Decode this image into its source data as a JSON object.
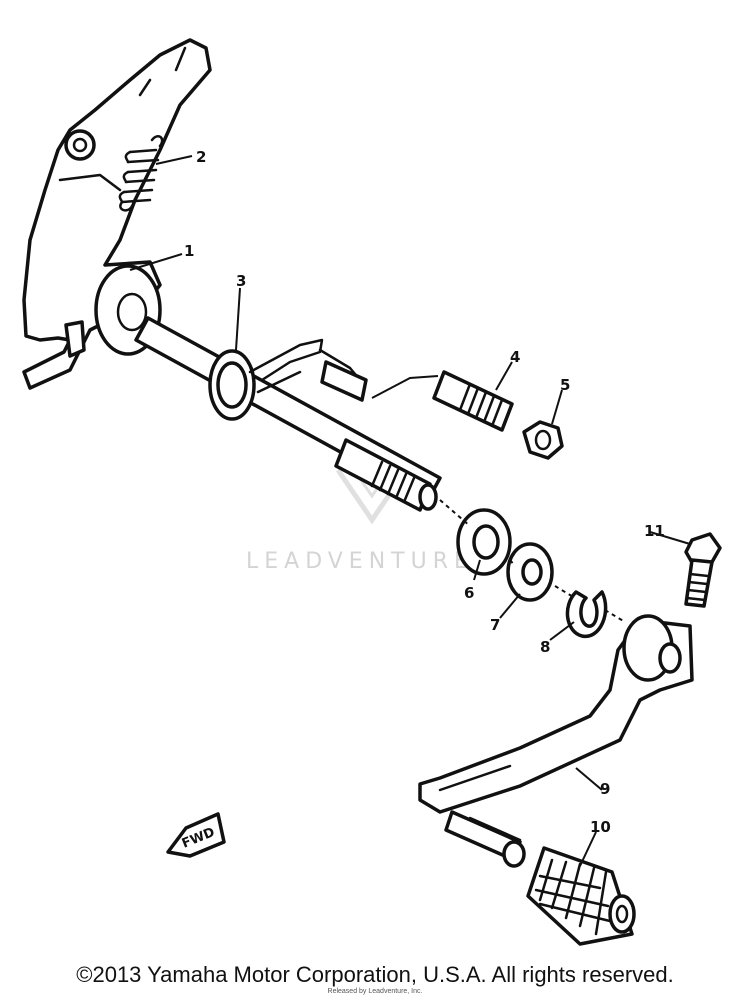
{
  "diagram": {
    "callouts": {
      "c1": "1",
      "c2": "2",
      "c3": "3",
      "c4": "4",
      "c5": "5",
      "c6": "6",
      "c7": "7",
      "c8": "8",
      "c9": "9",
      "c10": "10",
      "c11": "11"
    },
    "fwd_label": "FWD",
    "watermark": "LEADVENTURE"
  },
  "footer": {
    "copyright": "©2013 Yamaha Motor Corporation, U.S.A. All rights reserved.",
    "subnote": "Released by Leadventure, Inc."
  }
}
